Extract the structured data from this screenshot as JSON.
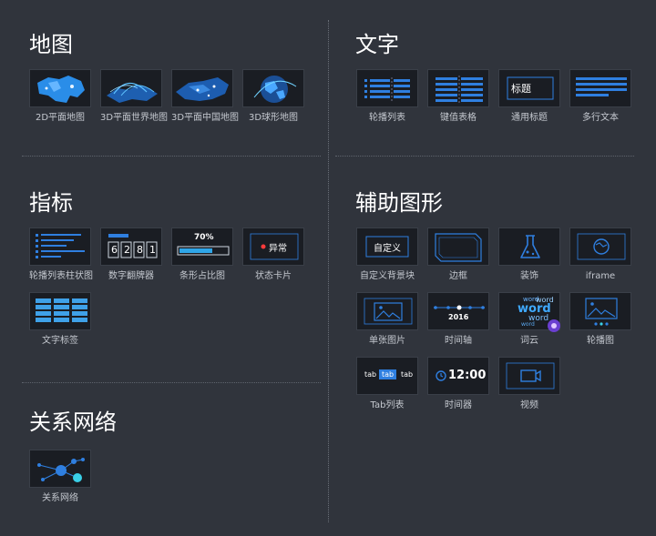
{
  "sections": {
    "map": {
      "title": "地图",
      "items": [
        "2D平面地图",
        "3D平面世界地图",
        "3D平面中国地图",
        "3D球形地图"
      ]
    },
    "text": {
      "title": "文字",
      "items": [
        "轮播列表",
        "键值表格",
        "通用标题",
        "多行文本"
      ]
    },
    "indicator": {
      "title": "指标",
      "items": [
        "轮播列表柱状图",
        "数字翻牌器",
        "条形占比图",
        "状态卡片",
        "文字标签"
      ]
    },
    "aux": {
      "title": "辅助图形",
      "items": [
        "自定义背景块",
        "边框",
        "装饰",
        "iframe",
        "单张图片",
        "时间轴",
        "词云",
        "轮播图",
        "Tab列表",
        "时间器",
        "视频"
      ]
    },
    "network": {
      "title": "关系网络",
      "items": [
        "关系网络"
      ]
    }
  },
  "thumb_text": {
    "title_badge": "标题",
    "flip_digits": [
      "6",
      "2",
      "8",
      "1"
    ],
    "bar_percent": "70%",
    "status_text": "异常",
    "custom_bg": "自定义",
    "timeline_year": "2016",
    "wordcloud": [
      "word",
      "word",
      "word",
      "word",
      "word"
    ],
    "tabs": [
      "tab",
      "tab",
      "tab"
    ],
    "clock": "12:00"
  },
  "colors": {
    "background": "#30343c",
    "thumb_bg": "#1a1d23",
    "accent": "#2f7fe0",
    "cyan": "#3ad0e8",
    "status_red": "#ff3b3b"
  }
}
